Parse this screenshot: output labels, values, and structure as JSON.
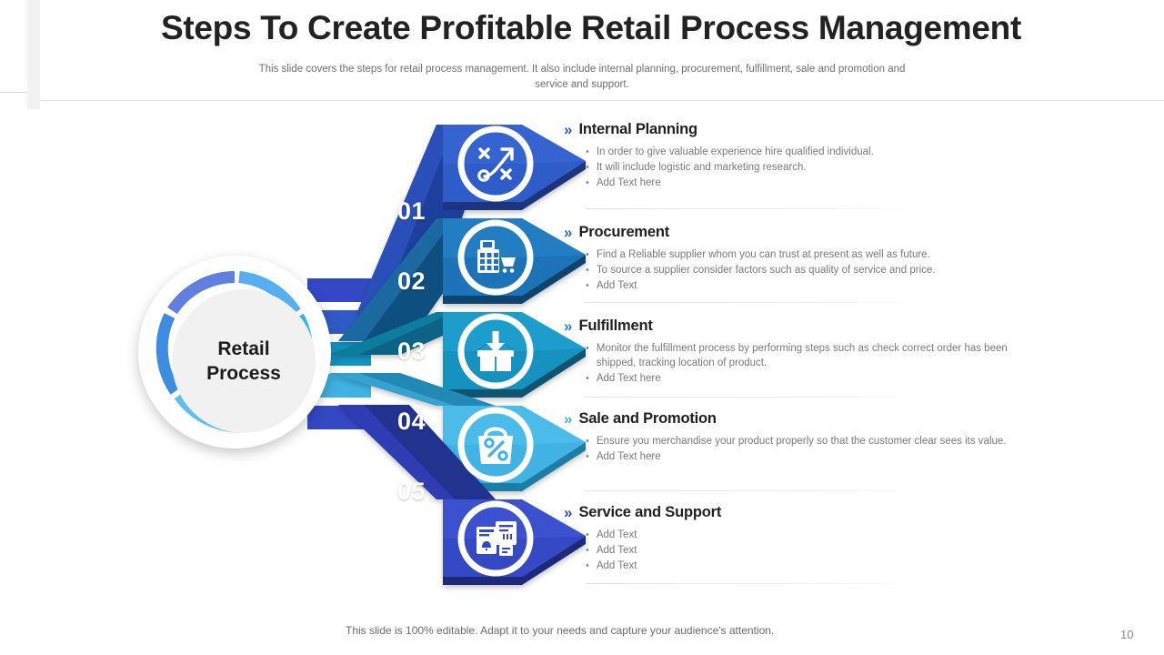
{
  "header": {
    "title": "Steps To Create Profitable Retail Process Management",
    "subtitle": "This slide covers the steps for retail process management. It also include internal planning, procurement, fulfillment, sale and promotion and service and support."
  },
  "hub": {
    "line1": "Retail",
    "line2": "Process"
  },
  "colors": {
    "step1": "#2f5bc9",
    "step2": "#1e73b8",
    "step3": "#1492c0",
    "step4": "#3fb2e3",
    "step5": "#3448c5"
  },
  "steps": [
    {
      "number": "01",
      "icon": "strategy-icon",
      "title": "Internal Planning",
      "chevron": "»",
      "chevron_color": "#2f5bc9",
      "face": "#2f5bc9",
      "face_light": "#3a6ad6",
      "side": "#1f3f9c",
      "tail": "#234ead",
      "bullets": [
        "In order to give valuable experience hire qualified individual.",
        "It will include logistic and marketing research.",
        "Add Text here"
      ]
    },
    {
      "number": "02",
      "icon": "cash-register-icon",
      "title": "Procurement",
      "chevron": "»",
      "chevron_color": "#1e73b8",
      "face": "#1e73b8",
      "face_light": "#2a85ca",
      "side": "#11507f",
      "tail": "#186494",
      "bullets": [
        "Find a Reliable supplier whom you can trust at present as well as future.",
        "To source a supplier consider factors such as quality of service and price.",
        "Add Text"
      ]
    },
    {
      "number": "03",
      "icon": "package-download-icon",
      "title": "Fulfillment",
      "chevron": "»",
      "chevron_color": "#1492c0",
      "face": "#1492c0",
      "face_light": "#22a6d4",
      "side": "#0c6385",
      "tail": "#14778f",
      "bullets": [
        "Monitor the fulfillment process by performing steps such as check correct order has been shipped, tracking location of product.",
        "Add Text here"
      ]
    },
    {
      "number": "04",
      "icon": "discount-bag-icon",
      "title": "Sale and Promotion",
      "chevron": "»",
      "chevron_color": "#3fb2e3",
      "face": "#3fb2e3",
      "face_light": "#57c2ee",
      "side": "#2489b4",
      "tail": "#3aa3d2",
      "bullets": [
        "Ensure you merchandise your product properly so that the customer clear sees its value.",
        "Add Text here"
      ]
    },
    {
      "number": "05",
      "icon": "service-support-icon",
      "title": "Service and Support",
      "chevron": "»",
      "chevron_color": "#3448c5",
      "face": "#3448c5",
      "face_light": "#4259d8",
      "side": "#22308f",
      "tail": "#2b3cab",
      "bullets": [
        "Add Text",
        "Add Text",
        "Add Text"
      ]
    }
  ],
  "footer": {
    "note": "This slide is 100% editable. Adapt it to your needs and capture your audience's attention.",
    "page": "10"
  }
}
